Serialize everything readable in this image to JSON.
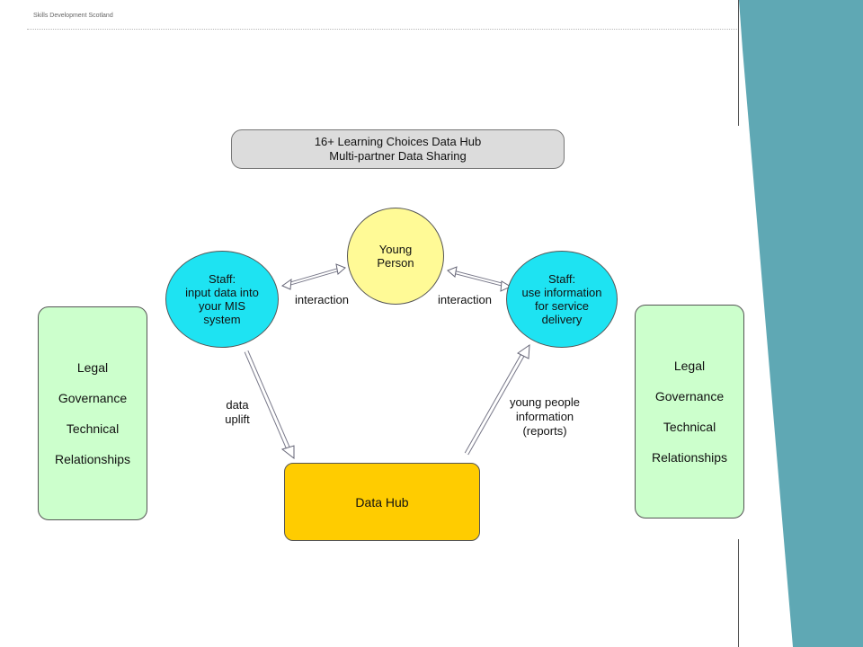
{
  "header": {
    "org_name": "Skills Development  Scotland"
  },
  "title": {
    "line1": "16+ Learning Choices Data Hub",
    "line2": "Multi-partner Data Sharing"
  },
  "nodes": {
    "young_person": {
      "line1": "Young",
      "line2": "Person"
    },
    "staff_input": {
      "line1": "Staff:",
      "line2": "input data into",
      "line3": "your MIS",
      "line4": "system"
    },
    "staff_use": {
      "line1": "Staff:",
      "line2": "use information",
      "line3": "for service",
      "line4": "delivery"
    },
    "data_hub": {
      "label": "Data Hub"
    }
  },
  "edges": {
    "interaction_left": "interaction",
    "interaction_right": "interaction",
    "data_uplift": {
      "line1": "data",
      "line2": "uplift"
    },
    "reports": {
      "line1": "young people",
      "line2": "information",
      "line3": "(reports)"
    }
  },
  "side_boxes": {
    "left": [
      "Legal",
      "Governance",
      "Technical",
      "Relationships"
    ],
    "right": [
      "Legal",
      "Governance",
      "Technical",
      "Relationships"
    ]
  },
  "colors": {
    "teal_panel": "#5fa8b4",
    "cyan": "#1ee3f2",
    "yellow": "#fffa96",
    "green": "#ccffcc",
    "hub": "#ffcc00",
    "title_box": "#dcdcdc"
  }
}
